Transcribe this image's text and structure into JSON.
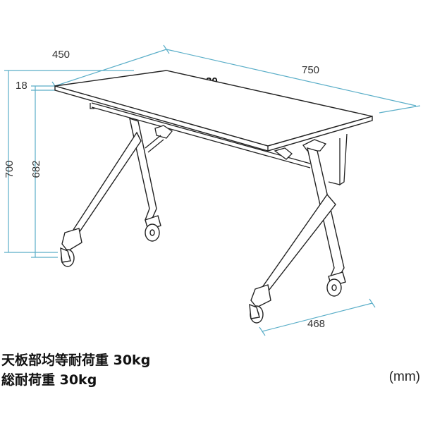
{
  "dimensions": {
    "depth": "450",
    "width": "750",
    "total_height": "700",
    "under_height": "682",
    "top_thickness": "18",
    "foot_depth": "468"
  },
  "load_marker": "30",
  "captions": {
    "line1": "天板部均等耐荷重 30kg",
    "line2": "総耐荷重 30kg",
    "unit": "(mm)"
  },
  "colors": {
    "dimension_line": "#5aaec8",
    "outline": "#222222"
  }
}
